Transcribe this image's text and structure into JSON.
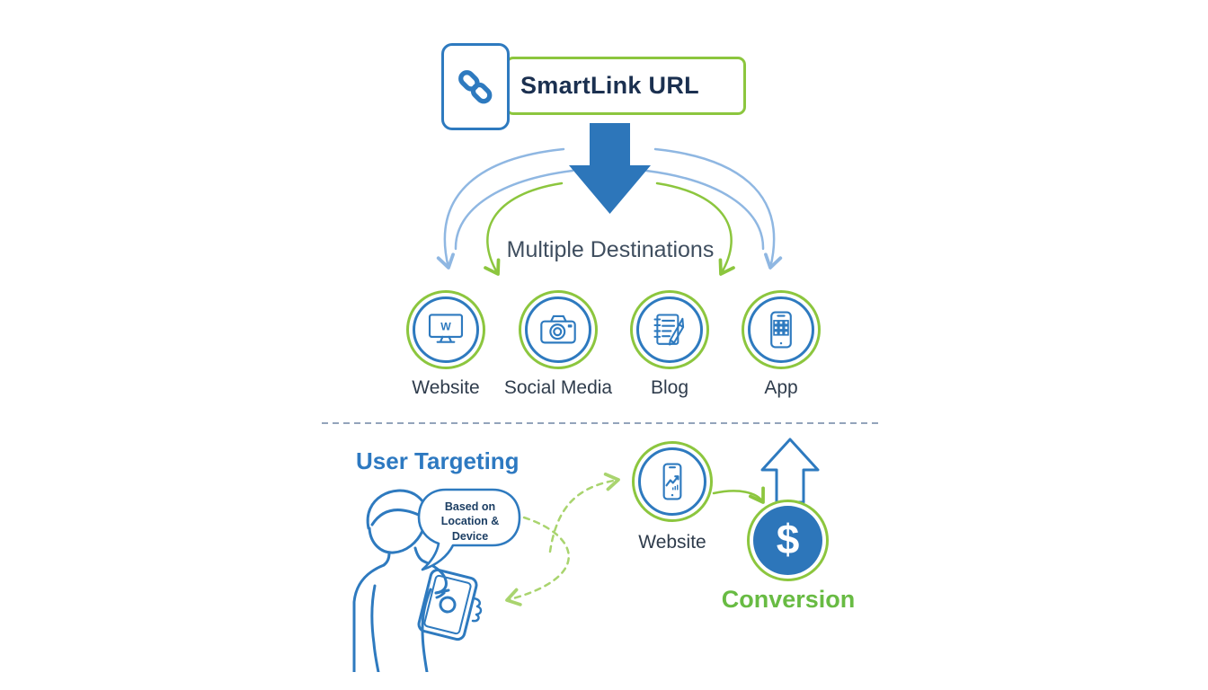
{
  "colors": {
    "blue": "#2e7abf",
    "blue_fill": "#2d76ba",
    "navy": "#1b3050",
    "green": "#8cc63e",
    "green_text": "#68bb43",
    "green_dash": "#a9d46e",
    "light_blue": "#8fb7e2",
    "slate": "#3f4e5f",
    "label": "#2f3c4c",
    "divider": "#93a4bb",
    "targeting_blue": "#2d79c1",
    "bubble_navy": "#1c3e63"
  },
  "header": {
    "title": "SmartLink URL",
    "icon": "chain-link-icon"
  },
  "flow": {
    "heading": "Multiple Destinations"
  },
  "destinations": {
    "items": [
      {
        "label": "Website",
        "icon": "monitor-icon",
        "monogram": "W"
      },
      {
        "label": "Social Media",
        "icon": "camera-icon"
      },
      {
        "label": "Blog",
        "icon": "notebook-pencil-icon"
      },
      {
        "label": "App",
        "icon": "phone-grid-icon"
      }
    ]
  },
  "targeting": {
    "heading": "User Targeting",
    "bubble_line1": "Based on",
    "bubble_line2": "Location & Device",
    "website_label": "Website",
    "website_icon": "phone-chart-icon",
    "conversion_label": "Conversion",
    "dollar": "$",
    "person_icon": "person-with-tablet-illustration",
    "up_arrow_icon": "up-arrow-outline"
  }
}
